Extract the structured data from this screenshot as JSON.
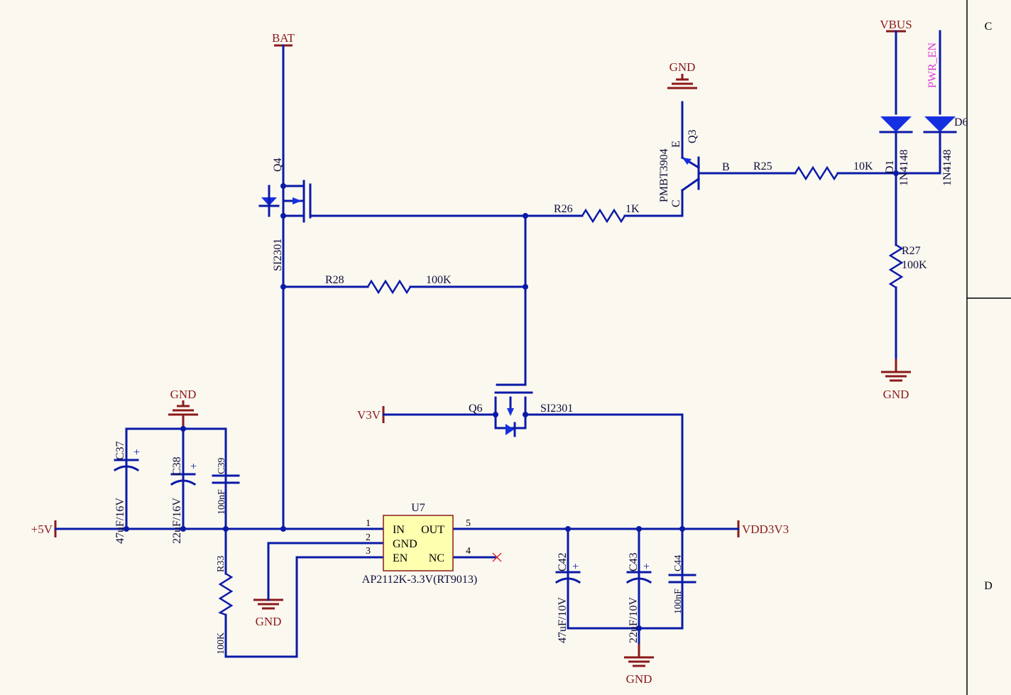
{
  "nets": {
    "bat": "BAT",
    "gnd": "GND",
    "vbus": "VBUS",
    "pwr_en": "PWR_EN",
    "v5": "+5V",
    "v3v": "V3V",
    "vdd3v3": "VDD3V3"
  },
  "zones": {
    "c": "C",
    "d": "D"
  },
  "components": {
    "q4": {
      "ref": "Q4",
      "value": "SI2301"
    },
    "q6": {
      "ref": "Q6",
      "value": "SI2301"
    },
    "q3": {
      "ref": "Q3",
      "value": "PMBT3904",
      "pin_e": "E",
      "pin_b": "B",
      "pin_c": "C"
    },
    "r25": {
      "ref": "R25",
      "value": "10K"
    },
    "r26": {
      "ref": "R26",
      "value": "1K"
    },
    "r27": {
      "ref": "R27",
      "value": "100K"
    },
    "r28": {
      "ref": "R28",
      "value": "100K"
    },
    "r33": {
      "ref": "R33",
      "value": "100K"
    },
    "d1": {
      "ref": "D1",
      "value": "1N4148"
    },
    "d6": {
      "ref": "D6",
      "value": "1N4148"
    },
    "c37": {
      "ref": "C37",
      "value": "47uF/16V"
    },
    "c38": {
      "ref": "C38",
      "value": "22uF/16V"
    },
    "c39": {
      "ref": "C39",
      "value": "100nF"
    },
    "c42": {
      "ref": "C42",
      "value": "47uF/10V"
    },
    "c43": {
      "ref": "C43",
      "value": "22uF/10V"
    },
    "c44": {
      "ref": "C44",
      "value": "100nF"
    },
    "u7": {
      "ref": "U7",
      "value": "AP2112K-3.3V(RT9013)",
      "pins": {
        "in": "IN",
        "gnd": "GND",
        "en": "EN",
        "out": "OUT",
        "nc": "NC"
      },
      "pin_numbers": {
        "p1": "1",
        "p2": "2",
        "p3": "3",
        "p4": "4",
        "p5": "5"
      }
    }
  },
  "polarity_mark": "+",
  "colors": {
    "wire": "#0a1aa8",
    "net_label": "#8b1a1a",
    "text": "#0d0d3a",
    "net_label_magenta": "#d63ad6",
    "ic_fill": "#ffffb0",
    "background": "#fbf8f0"
  }
}
